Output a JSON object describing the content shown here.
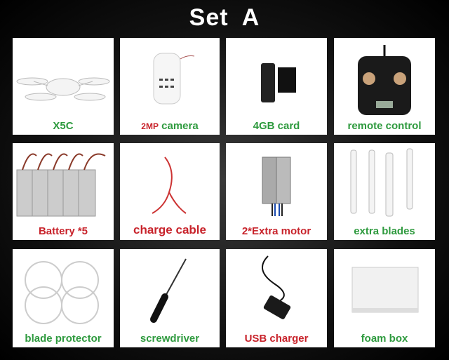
{
  "title": "Set A",
  "colors": {
    "green": "#2e9a3e",
    "red": "#c8232b"
  },
  "items": [
    {
      "label": "X5C"
    },
    {
      "prefix": "2MP",
      "label": "camera"
    },
    {
      "label": "4GB card"
    },
    {
      "label": "remote control"
    },
    {
      "label": "Battery *5"
    },
    {
      "label": "charge cable"
    },
    {
      "label": "2*Extra motor"
    },
    {
      "label": "extra blades"
    },
    {
      "label": "blade protector"
    },
    {
      "label": "screwdriver"
    },
    {
      "label": "USB charger"
    },
    {
      "label": "foam box"
    }
  ]
}
